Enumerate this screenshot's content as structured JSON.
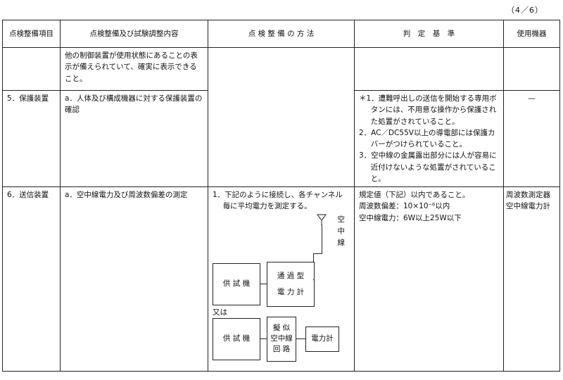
{
  "page_number": "（4／6）",
  "headers": {
    "item": "点検整備項目",
    "content": "点検整備及び試験調整内容",
    "method": "点 検 整 備 の 方 法",
    "criteria": "判　定　基　準",
    "equipment": "使用機器"
  },
  "rows": [
    {
      "item": "",
      "content": "他の制御装置が使用状態にあることの表示が備えられていて、確実に表示できること。",
      "method": "",
      "criteria": [],
      "equipment": ""
    },
    {
      "item": "5．保護装置",
      "content": "a．人体及び構成機器に対する保護装置の確認",
      "method": "",
      "criteria": [
        "＊1．遭難呼出しの送信を開始する専用ボタンには、不用意な操作から保護された処置がされていること。",
        "2．AC／DC55V以上の導電部には保護カバーがつけられていること。",
        "3．空中線の金属露出部分には人が容易に近付けないような処置がされていること。"
      ],
      "equipment": "—"
    },
    {
      "item": "6．送信装置",
      "content": "a．空中線電力及び周波数偏差の測定",
      "method": "1．下記のように接続し、各チャンネル毎に平均電力を測定する。",
      "criteria": [
        "規定値（下記）以内であること。",
        "周波数偏差：10×10⁻⁶以内",
        "空中線電力：6W以上25W以下"
      ],
      "equipment": "周波数測定器\n空中線電力計"
    }
  ],
  "diagram": {
    "antenna_label": "空中線",
    "dut1": "供 試 機",
    "power_meter_through_line1": "通 過 型",
    "power_meter_through_line2": "電 力 計",
    "or_label": "又は",
    "dut2": "供 試 機",
    "dummy_line1": "擬 似",
    "dummy_line2": "空中線",
    "dummy_line3": "回 路",
    "power_meter": "電力計"
  }
}
